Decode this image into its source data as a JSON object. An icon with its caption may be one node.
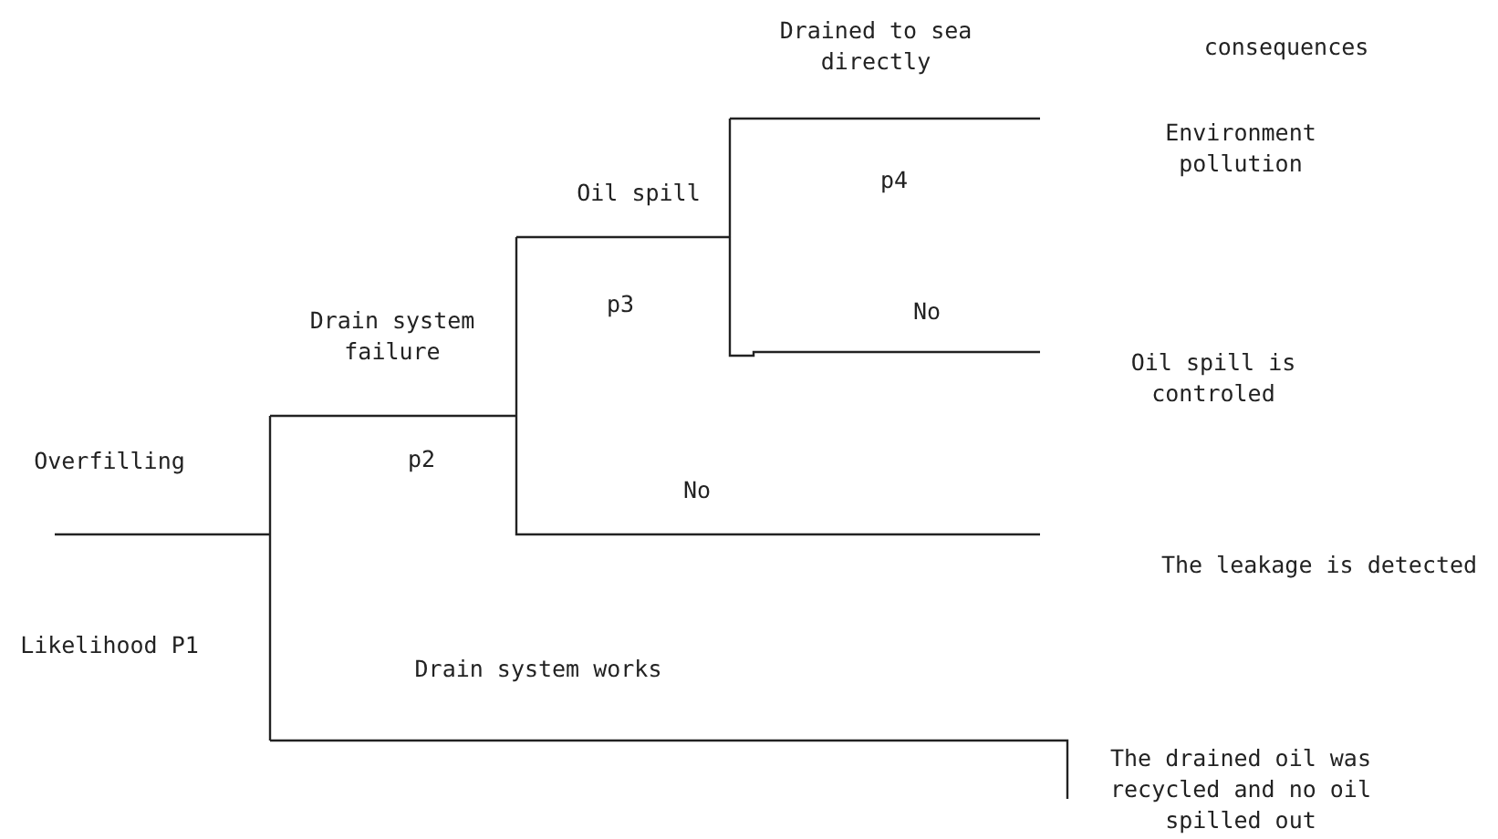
{
  "diagram": {
    "labels": [
      "Drained to sea directly",
      "consequences",
      "Environment pollution",
      "Oil spill",
      "p4",
      "p3",
      "No",
      "Oil spill is controled",
      "Drain system failure",
      "Overfilling",
      "p2",
      "No",
      "The leakage is detected",
      "Likelihood P1",
      "Drain system works",
      "The drained oil was recycled and no oil spilled out"
    ]
  }
}
